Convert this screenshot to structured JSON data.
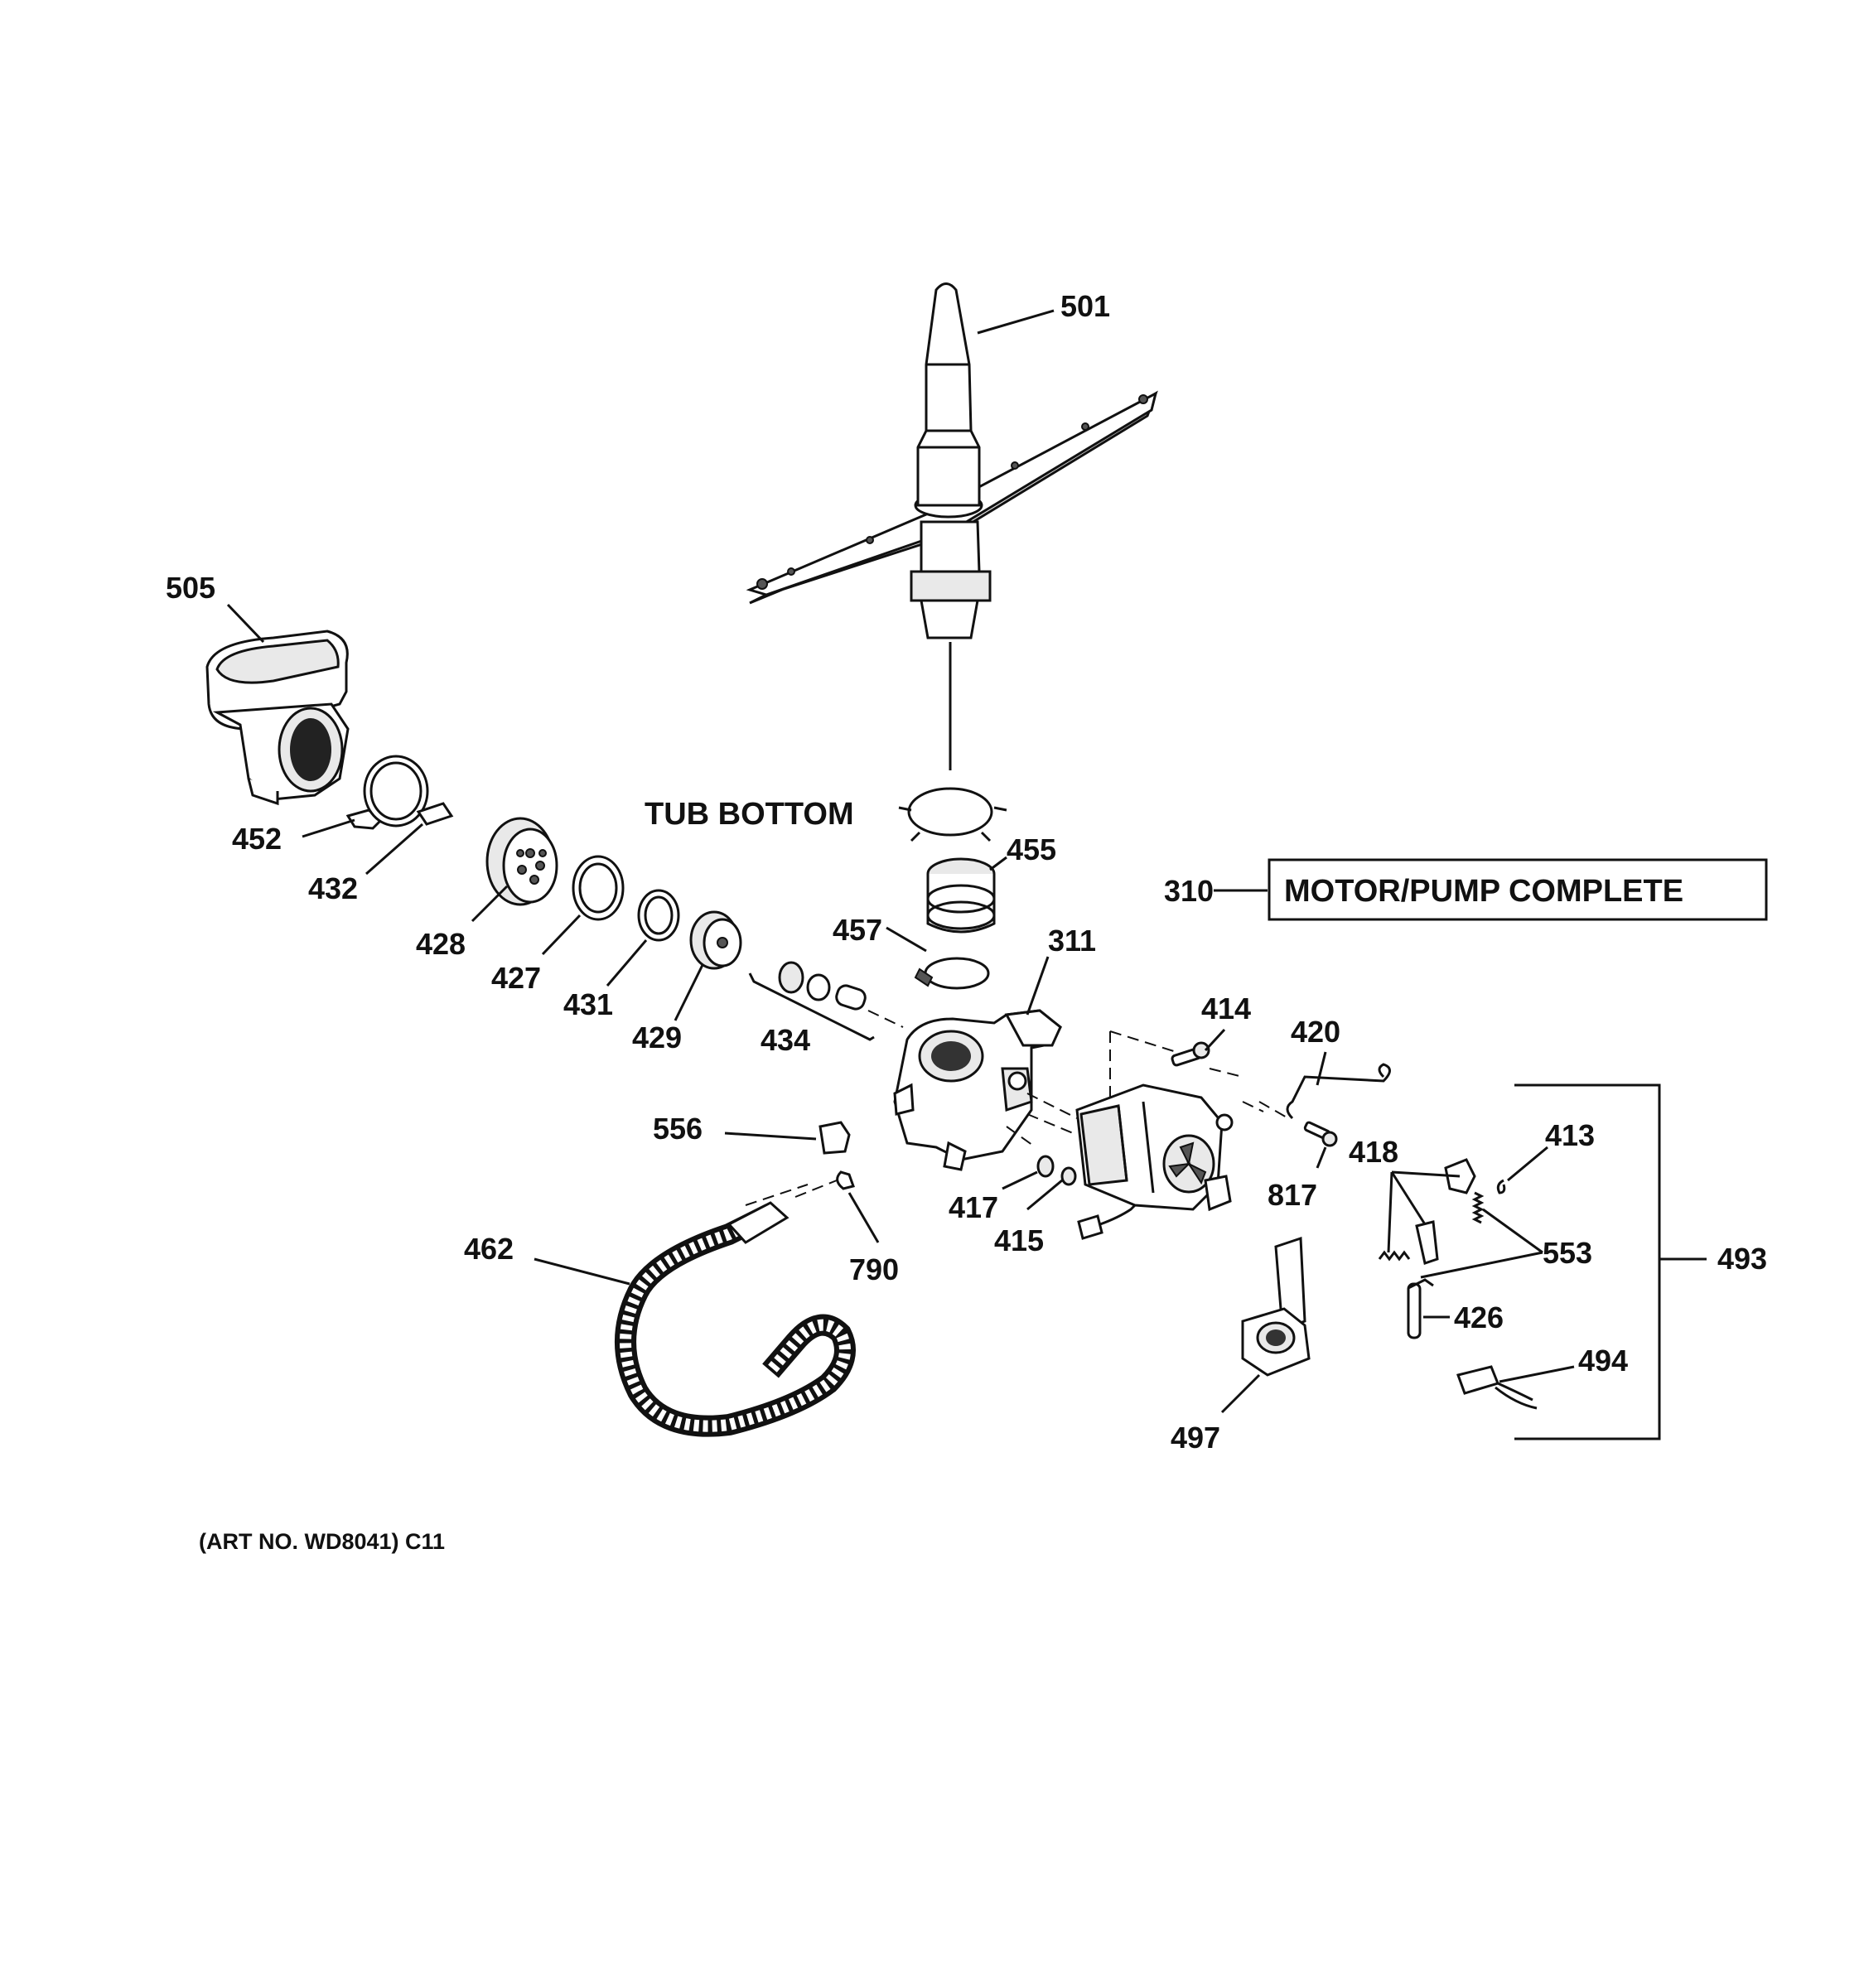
{
  "labels": {
    "p501": "501",
    "p505": "505",
    "p452": "452",
    "p432": "432",
    "p428": "428",
    "p427": "427",
    "p431": "431",
    "p429": "429",
    "p434": "434",
    "p455": "455",
    "p457": "457",
    "p311": "311",
    "p310": "310",
    "p414": "414",
    "p420": "420",
    "p413": "413",
    "p418": "418",
    "p817": "817",
    "p553": "553",
    "p493": "493",
    "p426": "426",
    "p494": "494",
    "p497": "497",
    "p417": "417",
    "p415": "415",
    "p556": "556",
    "p790": "790",
    "p462": "462"
  },
  "tub_bottom": "TUB BOTTOM",
  "motor_pump": "MOTOR/PUMP COMPLETE",
  "art_no": "(ART NO. WD8041) C11"
}
